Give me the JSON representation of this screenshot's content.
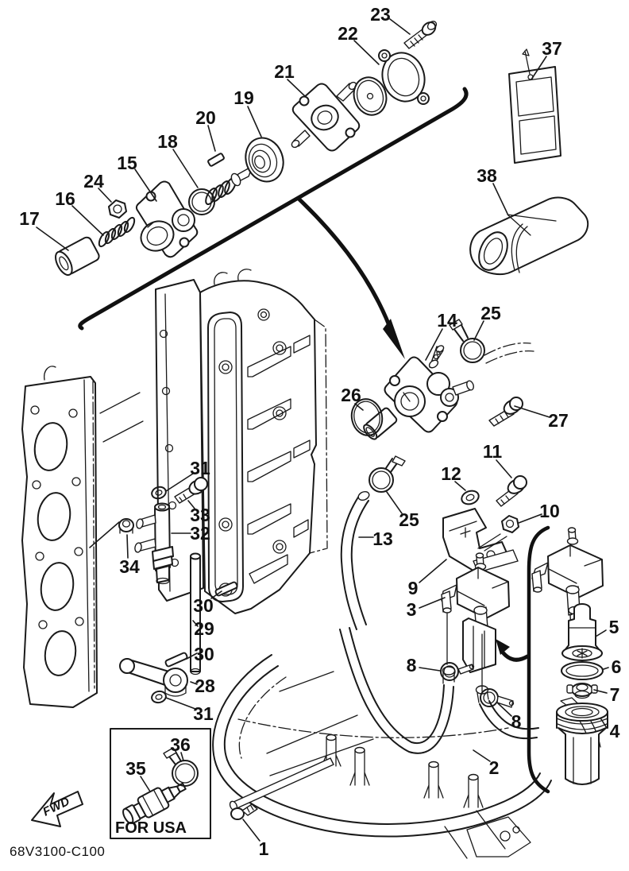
{
  "drawing": {
    "code": "68V3100-C100",
    "region_label": "FOR USA",
    "direction_label": "FWD"
  },
  "colors": {
    "line": "#1a1a1a",
    "background": "#ffffff"
  },
  "callouts": {
    "1": "1",
    "2": "2",
    "3": "3",
    "4": "4",
    "5": "5",
    "6": "6",
    "7": "7",
    "8": "8",
    "9": "9",
    "10": "10",
    "11": "11",
    "12": "12",
    "13": "13",
    "14": "14",
    "15": "15",
    "16": "16",
    "17": "17",
    "18": "18",
    "19": "19",
    "20": "20",
    "21": "21",
    "22": "22",
    "23": "23",
    "24": "24",
    "25": "25",
    "26": "26",
    "27": "27",
    "28": "28",
    "29": "29",
    "30": "30",
    "31": "31",
    "32": "32",
    "33": "33",
    "34": "34",
    "35": "35",
    "36": "36",
    "37": "37",
    "38": "38"
  }
}
